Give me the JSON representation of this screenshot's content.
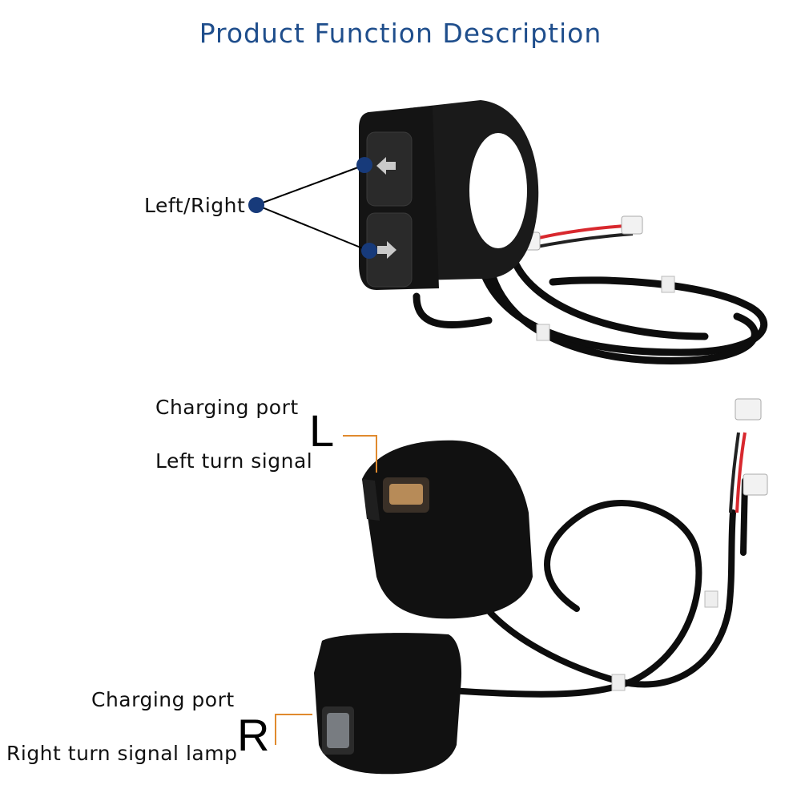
{
  "title": "Product Function Description",
  "switch_section": {
    "label": "Left/Right"
  },
  "left_unit": {
    "letter": "L",
    "line1": "Charging port",
    "line2": "Left turn signal"
  },
  "right_unit": {
    "letter": "R",
    "line1": "Charging port",
    "line2": "Right turn signal lamp"
  },
  "colors": {
    "title": "#1f4e8c",
    "marker": "#173a7a",
    "callout": "#e08a2e",
    "device": "#141414",
    "cable": "#0d0d0d",
    "red_wire": "#d8282e"
  }
}
